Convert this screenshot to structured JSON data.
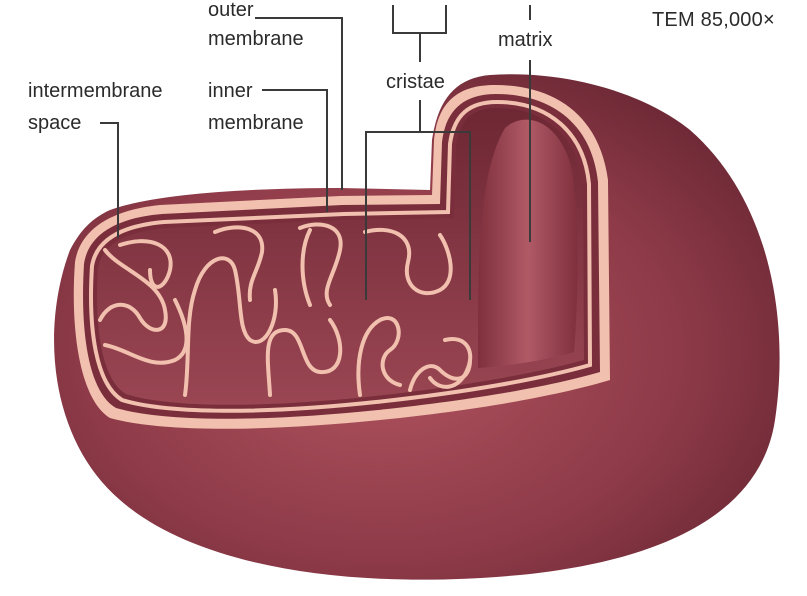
{
  "labels": {
    "outer_membrane": [
      "outer",
      "membrane"
    ],
    "intermembrane_space": [
      "intermembrane",
      "space"
    ],
    "inner_membrane": [
      "inner",
      "membrane"
    ],
    "cristae": "cristae",
    "matrix": "matrix",
    "magnification": "TEM 85,000×"
  },
  "colors": {
    "body": "#8e3a48",
    "body_dark": "#5a1f2b",
    "membrane": "#f1c0ae",
    "interior": "#7a2e3c",
    "leader_line": "#3a3a3a"
  }
}
